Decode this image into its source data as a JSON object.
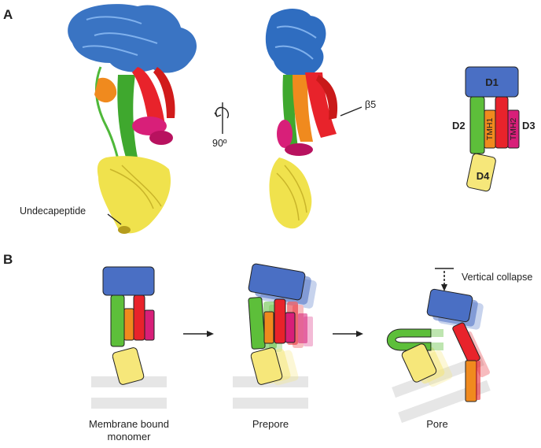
{
  "panels": {
    "a": "A",
    "b": "B"
  },
  "panel_a": {
    "rotation_label": "90º",
    "beta5_label": "β5",
    "peptide_label": "Undecapeptide"
  },
  "schematic": {
    "d1": "D1",
    "d2": "D2",
    "d3": "D3",
    "d4": "D4",
    "tmh1": "TMH1",
    "tmh2": "TMH2"
  },
  "panel_b": {
    "stage1": "Membrane bound",
    "stage1_line2": "monomer",
    "stage2": "Prepore",
    "stage3": "Pore",
    "collapse_label": "Vertical collapse"
  },
  "colors": {
    "d1": "#4a6fc4",
    "d2": "#5dbf3a",
    "d3_orange": "#f08a1e",
    "d3_red": "#e8232b",
    "d3_pink": "#d81f79",
    "d4": "#f6e77a",
    "membrane": "#e6e6e6"
  }
}
